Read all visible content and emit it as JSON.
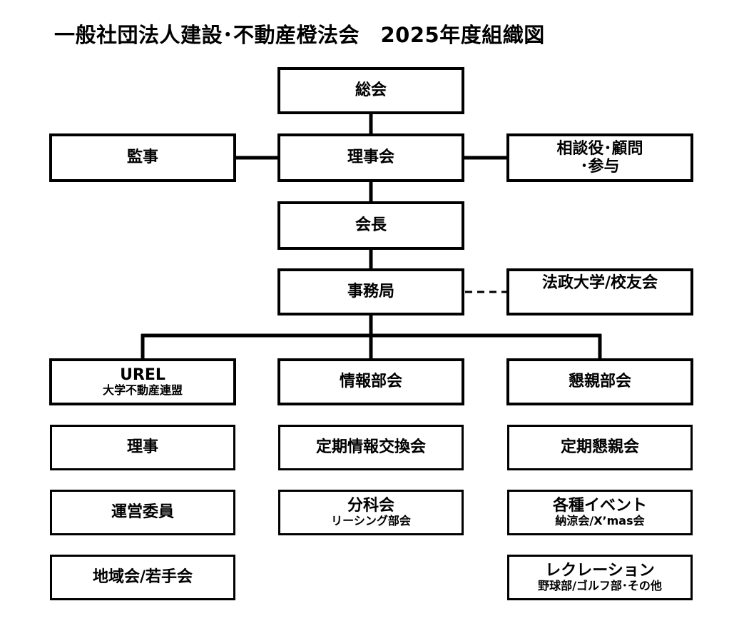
{
  "title": "一般社団法人建設･不動産橙法会　2025年度組織図",
  "boxes": {
    "general_meeting": "総会",
    "auditor": "監事",
    "board": "理事会",
    "advisors_line1": "相談役･顧問",
    "advisors_line2": "･参与",
    "president": "会長",
    "secretariat": "事務局",
    "alumni": "法政大学/校友会",
    "urel_line1": "UREL",
    "urel_line2": "大学不動産連盟",
    "info_dept": "情報部会",
    "social_dept": "懇親部会",
    "director": "理事",
    "steering": "運営委員",
    "regional": "地域会/若手会",
    "info_exchange": "定期情報交換会",
    "subcommittee": "分科会",
    "subcommittee_sub": "リーシング部会",
    "regular_social": "定期懇親会",
    "events": "各種イベント",
    "events_sub": "納涼会/X’mas会",
    "recreation": "レクレーション",
    "recreation_sub": "野球部/ゴルフ部･その他"
  }
}
